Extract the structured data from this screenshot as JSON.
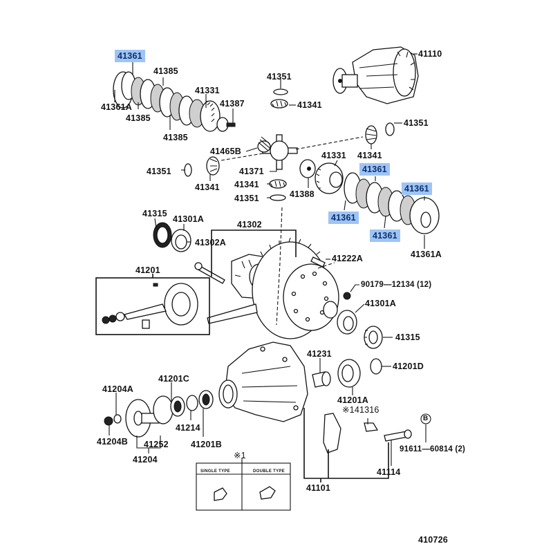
{
  "diagram": {
    "title_code": "410726",
    "highlight_color": "#9ec4f4",
    "labels": {
      "p41361_a": "41361",
      "p41385_a": "41385",
      "p41331_a": "41331",
      "p41387": "41387",
      "p41361A_a": "41361A",
      "p41385_b": "41385",
      "p41385_c": "41385",
      "p41351_top": "41351",
      "p41341_top": "41341",
      "p41110": "41110",
      "p41351_right": "41351",
      "p41341_right": "41341",
      "p41465B": "41465B",
      "p41351_left": "41351",
      "p41341_left": "41341",
      "p41371": "41371",
      "p41341_mid": "41341",
      "p41351_mid": "41351",
      "p41388": "41388",
      "p41331_b": "41331",
      "p41361_b": "41361",
      "p41361_c": "41361",
      "p41361_d": "41361",
      "p41361_e": "41361",
      "p41361A_b": "41361A",
      "p41315_a": "41315",
      "p41301A_a": "41301A",
      "p41302": "41302",
      "p41302A": "41302A",
      "p41222A": "41222A",
      "p41201": "41201",
      "p90179": "90179—12134 (12)",
      "p41301A_b": "41301A",
      "p41315_b": "41315",
      "p41231": "41231",
      "p41201D": "41201D",
      "p41201A": "41201A",
      "p141316": "※141316",
      "pB": "B",
      "p91611": "91611—60814 (2)",
      "p41204A": "41204A",
      "p41201C": "41201C",
      "p41204B": "41204B",
      "p41214": "41214",
      "p41252": "41252",
      "p41201B": "41201B",
      "p41204": "41204",
      "p41114": "41114",
      "p41101": "41101",
      "note1": "※1"
    },
    "type_table": {
      "headers": [
        "SINGLE TYPE",
        "DOUBLE TYPE"
      ]
    }
  }
}
